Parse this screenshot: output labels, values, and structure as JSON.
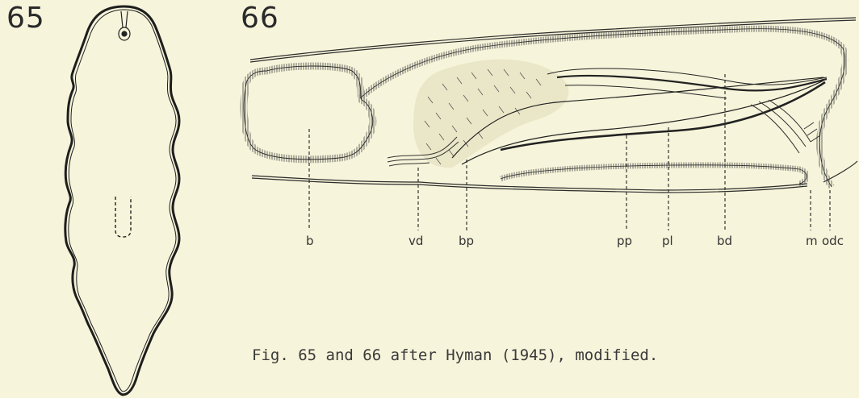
{
  "figures": {
    "fig65": {
      "number": "65"
    },
    "fig66": {
      "number": "66",
      "labels": {
        "b": "b",
        "vd": "vd",
        "bp": "bp",
        "pp": "pp",
        "pl": "pl",
        "bd": "bd",
        "m": "m",
        "odc": "odc"
      }
    }
  },
  "caption": "Fig. 65 and 66 after Hyman (1945), modified.",
  "colors": {
    "background": "#f6f4da",
    "ink": "#2b2b2b"
  }
}
